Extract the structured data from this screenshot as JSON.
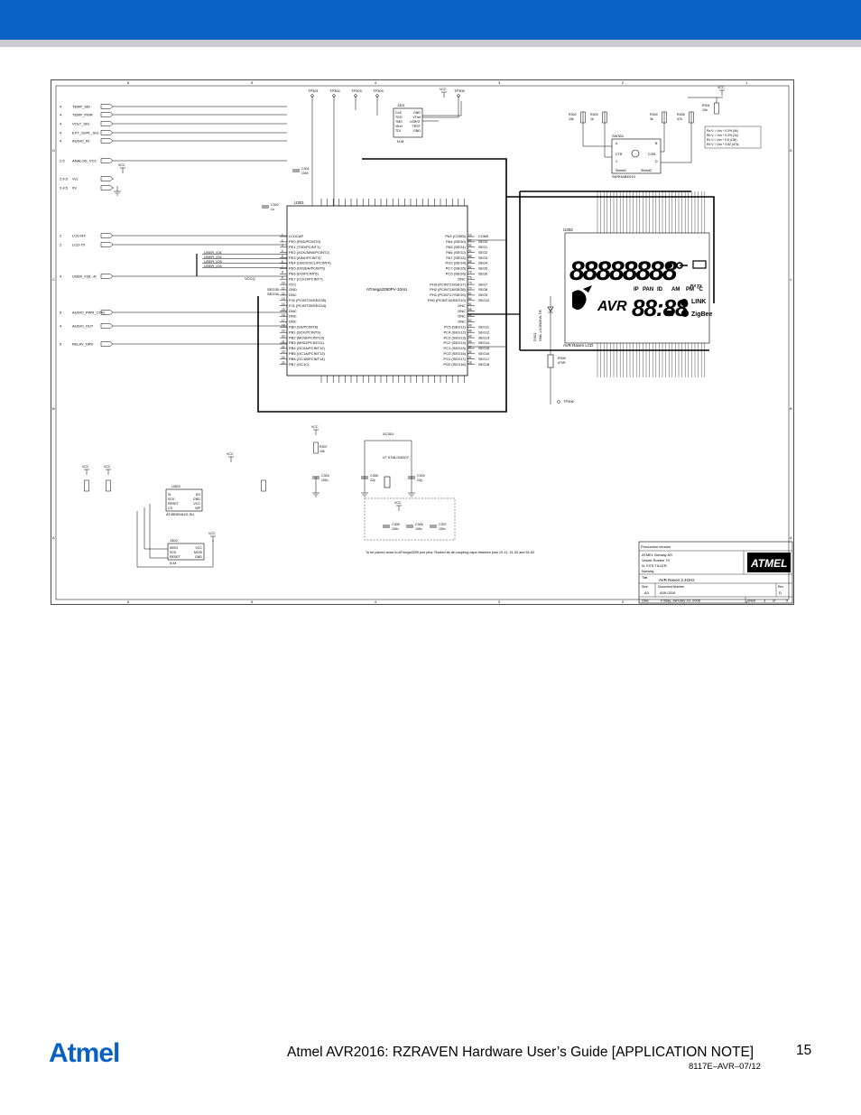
{
  "colors": {
    "header_blue": "#0a61c4",
    "header_strip": "#c9ccd1"
  },
  "page": {
    "number": "15"
  },
  "footer": {
    "logo": "Atmel",
    "title": "Atmel AVR2016: RZRAVEN Hardware User’s Guide [APPLICATION NOTE]",
    "doc_number": "8117E–AVR–07/12"
  },
  "schematic": {
    "col_markers": [
      "6",
      "5",
      "4",
      "3",
      "2",
      "1"
    ],
    "row_markers": [
      "D",
      "C",
      "B",
      "A"
    ],
    "left_ports": [
      {
        "sheet": "4",
        "name": "TEMP_SID"
      },
      {
        "sheet": "4",
        "name": "TEMP_PWR"
      },
      {
        "sheet": "4",
        "name": "VOLT_SIG"
      },
      {
        "sheet": "4",
        "name": "EXT_SUPL_SIG"
      },
      {
        "sheet": "4",
        "name": "AUDIO_IN"
      },
      {
        "sheet": "2,5",
        "name": "ANALOG_VCC"
      },
      {
        "sheet": "2,4,5",
        "name": "Vcc"
      },
      {
        "sheet": "2,4,5",
        "name": "0V"
      },
      {
        "sheet": "2",
        "name": "LCD-RX"
      },
      {
        "sheet": "2",
        "name": "LCD-TX"
      },
      {
        "sheet": "4",
        "name": "USER_IO[1..4]"
      },
      {
        "sheet": "5",
        "name": "AUDIO_PWR_CTRL"
      },
      {
        "sheet": "4",
        "name": "AUDIO_OUT"
      },
      {
        "sheet": "5",
        "name": "RELAY_DRV"
      }
    ],
    "user_io": [
      "USER_IO1",
      "USER_IO2",
      "USER_IO3",
      "USER_IO4"
    ],
    "testpoints": [
      "TP301",
      "TP302",
      "TP303",
      "TP304",
      "TP305",
      "TP306"
    ],
    "vcc": "VCC",
    "vccq": "VCCQ",
    "mcu": {
      "ref": "U301",
      "part": "ATmega3290PV-10AU",
      "left_pins": [
        "LCDCAP",
        "PE0 (RXD/PCINT0)",
        "PE1 (TXD/PCINT1)",
        "PE2 (XCK/AIN0/PCINT2)",
        "PE3 (AIN1/PCINT3)",
        "PE4 (USCK/SCL/PCINT4)",
        "PE5 (DI/SDA/PCINT5)",
        "PE6 (DO/PCINT6)",
        "PE7 (CLKO/PCINT7)",
        "VCC",
        "GND",
        "DNC",
        "PJ0 (PCINT24/SEG35)",
        "PJ1 (PCINT25/SEG34)",
        "DNC",
        "DNC",
        "DNC",
        "PB0 (SS/PCINT8)",
        "PB1 (SCK/PCINT9)",
        "PB2 (MOSI/PCINT10)",
        "PB3 (MISO/PCINT11)",
        "PB4 (OC0A/PCINT12)",
        "PB5 (OC1A/PCINT13)",
        "PB6 (OC1B/PCINT14)",
        "PB7 (OC1C)"
      ],
      "right_pins": [
        "PA3 (COM3)",
        "PA4 (SEG0)",
        "PA5 (SEG1)",
        "PA6 (SEG2)",
        "PA7 (SEG3)",
        "PG2 (SEG4)",
        "PC7 (SEG5)",
        "PC6 (SEG6)",
        "DNC",
        "PH3 (PCINT19/SEG7)",
        "PH2 (PCINT18/SEG8)",
        "PH1 (PCINT17/SEG9)",
        "PH0 (PCINT16/SEG10)",
        "DNC",
        "DNC",
        "DNC",
        "DNC",
        "PC5 (SEG11)",
        "PC4 (SEG12)",
        "PC3 (SEG13)",
        "PC2 (SEG14)",
        "PC1 (SEG15)",
        "PC0 (SEG16)",
        "PG1 (SEG17)",
        "PG0 (SEG18)"
      ],
      "right_nets": [
        "COM3",
        "SEG0",
        "SEG1",
        "SEG2",
        "SEG3",
        "SEG4",
        "SEG5",
        "SEG6",
        "",
        "SEG7",
        "SEG8",
        "SEG9",
        "SEG10",
        "",
        "",
        "",
        "",
        "SEG11",
        "SEG12",
        "SEG13",
        "SEG14",
        "SEG15",
        "SEG16",
        "SEG17",
        "SEG18"
      ],
      "left_nets": [
        "SEG35",
        "SEG34"
      ]
    },
    "lcd": {
      "ref": "U302",
      "name": "AVR Raven LCD",
      "digits": "88888888",
      "clock": "88:88",
      "avr": "AVR",
      "labels": [
        "IP",
        "PAN",
        "ID",
        "AM",
        "PM",
        "°C",
        "RX",
        "TX",
        "LINK",
        "ZigBee"
      ]
    },
    "jtag": {
      "ref": "J301",
      "left": [
        "CLK",
        "TDO",
        "TMS",
        "Vtref",
        "TDI"
      ],
      "right": [
        "GND",
        "VTref",
        "nSRST",
        "TRST",
        "GND"
      ],
      "nm": "N.M"
    },
    "joystick": {
      "ref": "SW301",
      "part": "SKRHABE010",
      "pins": [
        "A",
        "B",
        "CTR",
        "COM",
        "C",
        "D",
        "Shield1",
        "Shield2"
      ]
    },
    "resistor_notes": [
      "Ra V = Vcc * 0.0% (0k)",
      "Rb V = Vcc * 0.2% (1k)",
      "Rc V = Vcc * 0.5 (10k)",
      "Rd V = Vcc * 0.82 (47k)"
    ],
    "resistors": [
      {
        "ref": "R302",
        "val": "10k"
      },
      {
        "ref": "R303",
        "val": "1k"
      },
      {
        "ref": "R304",
        "val": "3k"
      },
      {
        "ref": "R305",
        "val": "47k"
      },
      {
        "ref": "R301",
        "val": "10k"
      },
      {
        "ref": "R306",
        "val": "470R"
      },
      {
        "ref": "R307",
        "val": "10k"
      }
    ],
    "caps": [
      {
        "ref": "C302",
        "val": "1u"
      },
      {
        "ref": "C301",
        "val": "100n"
      },
      {
        "ref": "C303",
        "val": "100n"
      },
      {
        "ref": "C308",
        "val": "22p"
      },
      {
        "ref": "C309",
        "val": "22p"
      },
      {
        "ref": "C305",
        "val": "100n"
      },
      {
        "ref": "C306",
        "val": "100n"
      },
      {
        "ref": "C307",
        "val": "100n"
      }
    ],
    "crystal": {
      "ref": "XC301",
      "part": "LF XTAL016207"
    },
    "led": {
      "ref": "D301",
      "part": "SML-LX0603IW-TR"
    },
    "flash": {
      "ref": "U303",
      "part": "AT45DB161D-SU",
      "left": [
        "SI",
        "SCK",
        "RESET",
        "CS"
      ],
      "right": [
        "SO",
        "GND",
        "VCC",
        "WP"
      ]
    },
    "isp": {
      "ref": "J302",
      "nm": "N.M",
      "left": [
        "MISO",
        "SCK",
        "RESET"
      ],
      "right": [
        "VCC",
        "MOSI",
        "GND"
      ]
    },
    "decoupling_note": "To be placed close to ATmega3290 pwr pins. Routed as de-coupling caps between pins 10-11, 31-32 and 61-62",
    "title_block": {
      "status": "Production version",
      "company": "ATMEL Norway AS",
      "address1": "Vestre Rosten 79",
      "address2": "N-7075 TILLER",
      "address3": "Norway",
      "title_label": "Title",
      "title": "AVR Raven 2.4GHz",
      "size_label": "Size",
      "size": "A3",
      "docnum_label": "Document Number",
      "docnum": "A09-0316",
      "rev_label": "Rev",
      "rev": "D",
      "date_label": "Date:",
      "date": "Friday, January 20, 2006",
      "sheet_label": "Sheet",
      "sheet": "3",
      "of_label": "of",
      "of": "5",
      "logo": "ATMEL"
    }
  }
}
